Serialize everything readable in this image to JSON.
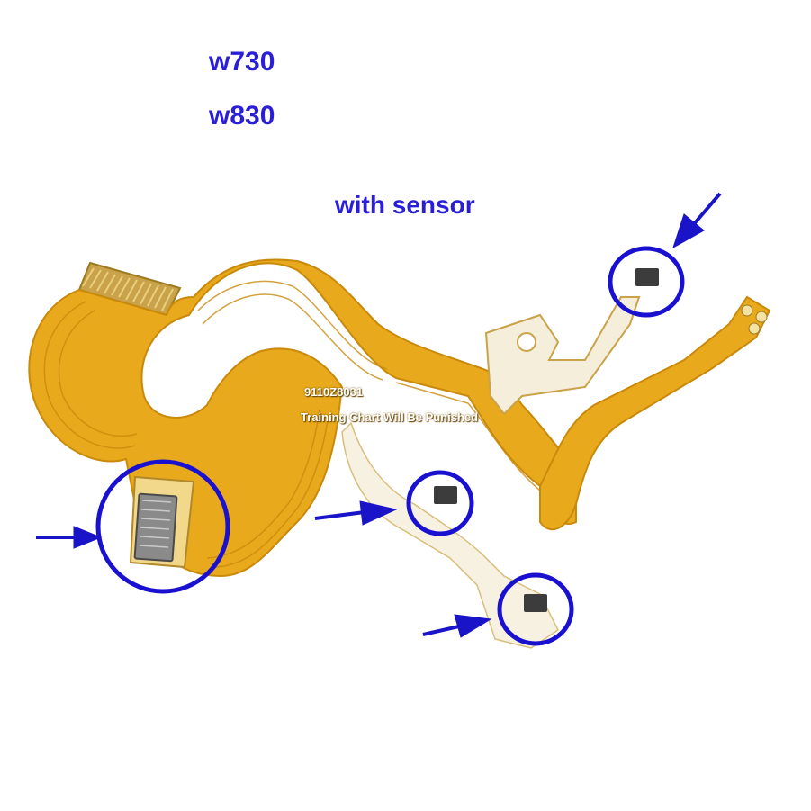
{
  "labels": {
    "model_1": "w730",
    "model_2": "w830",
    "feature": "with sensor"
  },
  "watermark": {
    "code": "9110Z8031",
    "text": "Training Chart Will Be Punished"
  },
  "colors": {
    "label": "#2a1fd6",
    "circle": "#1a10d0",
    "arrow": "#1a14c8",
    "flex_cable": "#e8a91c",
    "flex_trace": "#c98a0e",
    "stiffener": "#f4eedb"
  },
  "annotations": {
    "circle_count": 4,
    "arrow_count": 4
  }
}
